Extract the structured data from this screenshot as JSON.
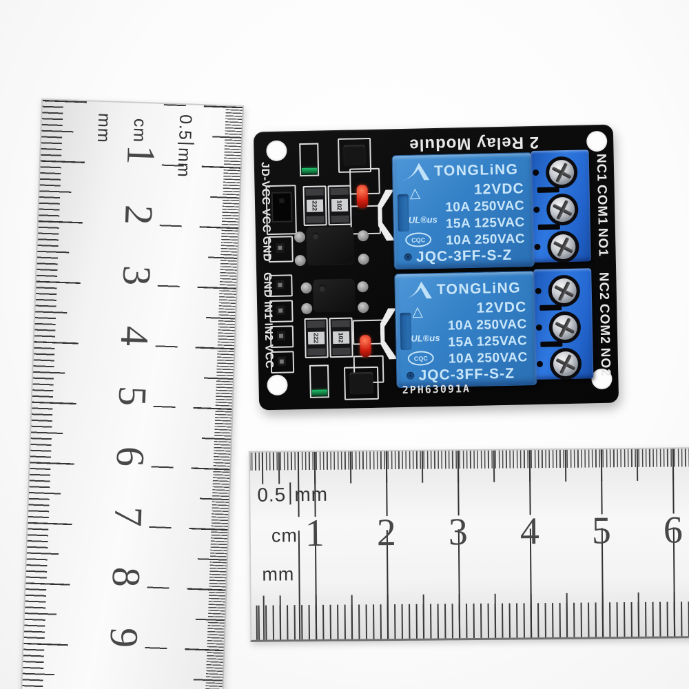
{
  "colors": {
    "pcb-black": "#0b0b0b",
    "relay-blue": "#3480c6",
    "terminal-blue": "#2e77e0",
    "silk": "#e8e8e8",
    "led-red": "#d21f10",
    "led-green": "#3fae6a"
  },
  "vertical_ruler": {
    "mm_label": "mm",
    "cm_label": "cm",
    "half_label": "0.5",
    "half_unit": "mm",
    "numbers": [
      "1",
      "2",
      "3",
      "4",
      "5",
      "6",
      "7",
      "8",
      "9"
    ]
  },
  "horizontal_ruler": {
    "half_label": "0.5",
    "half_unit": "mm",
    "cm_label": "cm",
    "mm_label": "mm",
    "numbers": [
      "1",
      "2",
      "3",
      "4",
      "5",
      "6"
    ]
  },
  "pcb": {
    "top_label": "2 Relay Module",
    "left_headers": [
      "JD-VCC VCC GND",
      "GND IN1 IN2 VCC"
    ],
    "batch_code": "2PH63091A",
    "resistor_labels": [
      "222",
      "102"
    ],
    "relays": [
      {
        "brand": "TONGLiNG",
        "voltage": "12VDC",
        "ratings": [
          "10A 250VAC",
          "15A 125VAC",
          "10A 250VAC"
        ],
        "model": "JQC-3FF-S-Z",
        "cert_triangle": "△",
        "cert_ul": "cUL®us",
        "cert_cqc": "CQC"
      },
      {
        "brand": "TONGLiNG",
        "voltage": "12VDC",
        "ratings": [
          "10A 250VAC",
          "15A 125VAC",
          "10A 250VAC"
        ],
        "model": "JQC-3FF-S-Z",
        "cert_triangle": "△",
        "cert_ul": "cUL®us",
        "cert_cqc": "CQC"
      }
    ],
    "terminals": [
      {
        "labels": [
          "NC1",
          "COM1",
          "NO1"
        ]
      },
      {
        "labels": [
          "NC2",
          "COM2",
          "NO2"
        ]
      }
    ]
  }
}
